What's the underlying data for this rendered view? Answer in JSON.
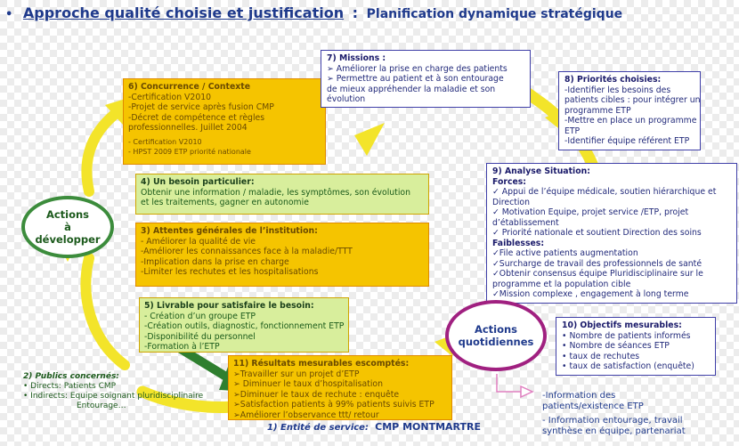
{
  "header": {
    "title": "Approche qualité choisie et justification",
    "separator": ":",
    "subtitle": "Planification dynamique stratégique"
  },
  "ellipses": {
    "developper": [
      "Actions",
      "à",
      "développer"
    ],
    "quotidiennes": [
      "Actions",
      "quotidiennes"
    ]
  },
  "boxes": {
    "concurrence": {
      "title": "6)  Concurrence / Contexte",
      "lines": [
        "-Certification V2010",
        "-Projet de service après fusion CMP",
        "-Décret de compétence et règles",
        "  professionnelles. Juillet 2004"
      ],
      "small": [
        "-  Certification V2010",
        "-  HPST 2009 ETP priorité nationale"
      ]
    },
    "missions": {
      "title": "7) Missions :",
      "lines": [
        "➢ Améliorer la prise en charge des patients",
        "➢ Permettre au patient et à son entourage",
        "de mieux appréhender la maladie et son",
        "évolution"
      ]
    },
    "priorites": {
      "title": "8) Priorités choisies:",
      "lines": [
        "-Identifier les besoins des",
        "patients cibles : pour intégrer un",
        "programme ETP",
        "-Mettre en place un programme",
        "ETP",
        "-Identifier équipe référent ETP"
      ]
    },
    "besoin": {
      "title": "4) Un besoin particulier:",
      "lines": [
        "Obtenir une information / maladie, les symptômes, son évolution",
        "et les traitements, gagner en autonomie"
      ]
    },
    "attentes": {
      "title": "3) Attentes générales de l’institution:",
      "lines": [
        "-  Améliorer la qualité de vie",
        "-Améliorer les connaissances face à la maladie/TTT",
        "-Implication dans la prise en charge",
        "-Limiter les rechutes et les hospitalisations"
      ]
    },
    "analyse": {
      "title": "9) Analyse Situation:",
      "forces_label": "Forces:",
      "forces": [
        "✓ Appui de l’équipe médicale, soutien hiérarchique et",
        "Direction",
        "✓ Motivation Equipe, projet service /ETP, projet",
        "d’établissement",
        "✓ Priorité nationale et  soutient Direction des soins"
      ],
      "faiblesses_label": "Faiblesses:",
      "faiblesses": [
        "✓File active patients augmentation",
        "✓Surcharge de travail des professionnels de santé",
        "✓Obtenir consensus équipe Pluridisciplinaire sur le",
        "programme et la population cible",
        "✓Mission complexe , engagement à long terme"
      ]
    },
    "livrable": {
      "title": "5) Livrable pour satisfaire le besoin:",
      "lines": [
        "-  Création d’un groupe ETP",
        "-Création outils, diagnostic, fonctionnement ETP",
        "-Disponibilité du personnel",
        "-Formation à l’ETP"
      ]
    },
    "objectifs": {
      "title": "10) Objectifs mesurables:",
      "lines": [
        "•  Nombre de patients informés",
        "•  Nombre de séances ETP",
        "•  taux de rechutes",
        "•  taux de satisfaction (enquête)"
      ]
    },
    "resultats": {
      "title": "11) Résultats mesurables escomptés:",
      "lines": [
        "➢Travailler sur un projet d’ETP",
        "➢  Diminuer le taux d’hospitalisation",
        "➢Diminuer le taux de rechute : enquête",
        "➢Satisfaction patients à 99% patients suivis ETP",
        "➢Améliorer l’observance ttt/ retour"
      ]
    }
  },
  "publics": {
    "title": "2) Publics concernés:",
    "lines": [
      "• Directs: Patients CMP",
      "• Indirects: Equipe soignant pluridisciplinaire"
    ],
    "indent": "Entourage…"
  },
  "entite": {
    "label": "1) Entité de service:",
    "value": "CMP MONTMARTRE"
  },
  "info": {
    "lines1": [
      "-Information des",
      "patients/existence ETP"
    ],
    "lines2": [
      "- Information entourage, travail",
      "synthèse en équipe, partenariat"
    ]
  },
  "colors": {
    "title_blue": "#1f3a8c",
    "orange_fill": "#f5c400",
    "green_fill": "#d8ee9c",
    "arrow_yellow": "#f3e42a",
    "arrow_green": "#3c8c3c",
    "ellipse_purple": "#a02080",
    "bracket_pink": "#e080c0"
  }
}
